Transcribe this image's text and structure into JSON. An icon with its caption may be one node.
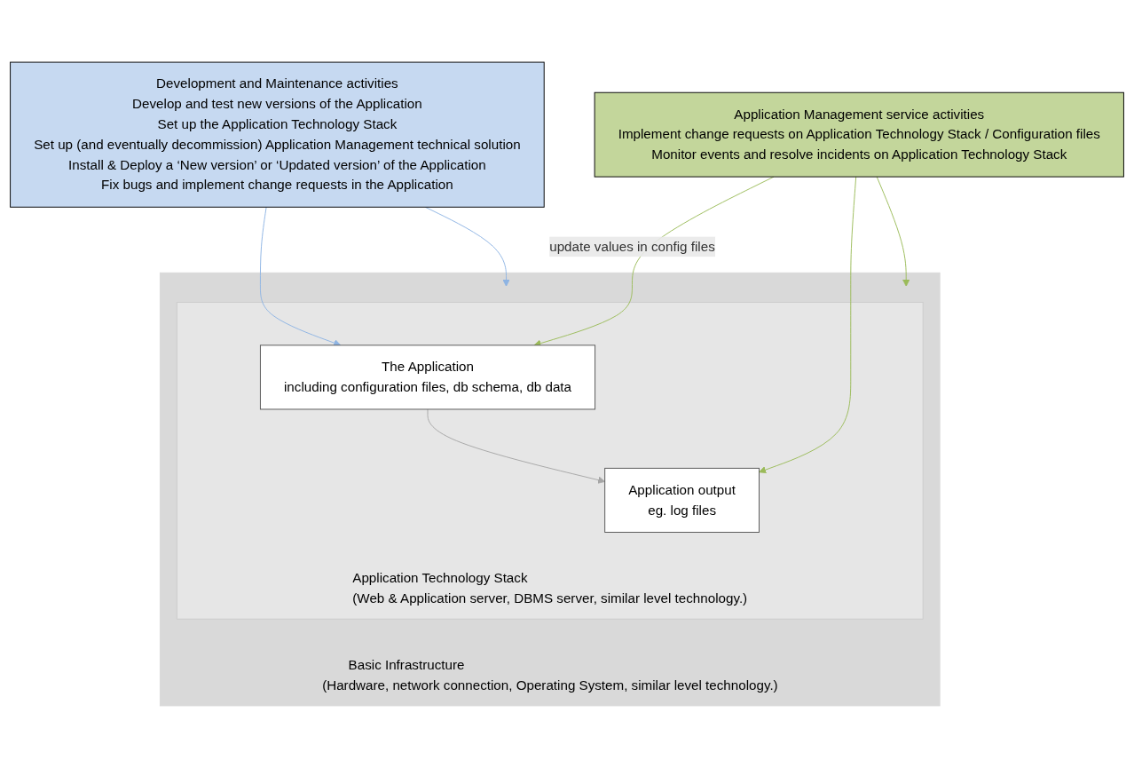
{
  "diagram": {
    "nodes": [
      {
        "text": [
          "Development and Maintenance activities",
          "Develop and test new versions of the Application",
          "Set up the Application Technology Stack",
          "Set up (and eventually decommission) Application Management technical solution",
          "Install & Deploy a ‘New version’ or ‘Updated version’ of the Application",
          "Fix bugs and implement change requests in the Application"
        ]
      },
      {
        "text": [
          "Application Management service activities",
          "Implement change requests on Application Technology Stack / Configuration files",
          "Monitor events and resolve incidents on  Application Technology Stack"
        ]
      },
      {
        "text": [
          "Basic Infrastructure",
          "(Hardware, network connection, Operating System, similar level technology.)"
        ]
      },
      {
        "text": [
          "Application Technology Stack",
          "(Web & Application server, DBMS server, similar level technology.)"
        ],
        "in": 2
      },
      {
        "text": [
          "The Application",
          "including configuration files, db schema, db data"
        ],
        "in": 3
      },
      {
        "text": [
          "Application output",
          "eg. log files"
        ],
        "in": 3
      }
    ],
    "edges": [
      {
        "from": 0,
        "to": 3,
        "arrow": "to",
        "color": "#8eb4e3"
      },
      {
        "from": 0,
        "to": 4,
        "arrow": "to",
        "color": "#8eb4e3"
      },
      {
        "from": 1,
        "to": 4,
        "arrow": "to",
        "label": "update values in config files",
        "color": "#9bbb59"
      },
      {
        "from": 1,
        "to": 5,
        "arrow": "to",
        "color": "#9bbb59"
      },
      {
        "from": 1,
        "to": 3,
        "arrow": "to",
        "color": "#9bbb59"
      },
      {
        "from": 4,
        "to": 5,
        "arrow": "to",
        "color": "#a6a6a6"
      }
    ]
  }
}
